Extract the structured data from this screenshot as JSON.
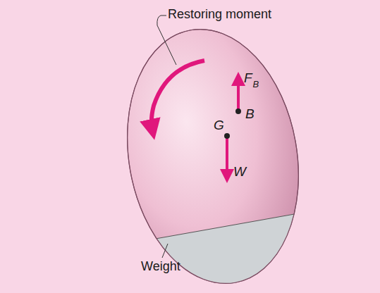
{
  "diagram": {
    "labels": [
      "Restoring moment",
      "F",
      "B",
      "B",
      "G",
      "W",
      "Weight"
    ]
  }
}
